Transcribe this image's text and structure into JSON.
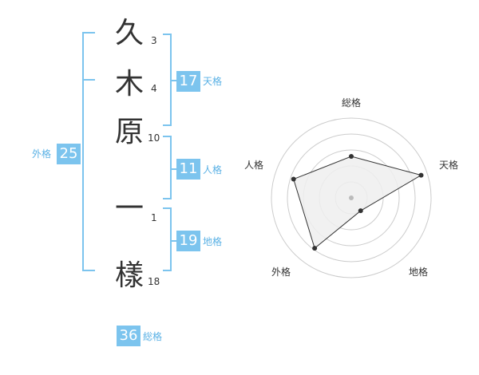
{
  "name": {
    "chars": [
      "久",
      "木",
      "原",
      "一",
      "樣"
    ],
    "strokes": [
      "3",
      "4",
      "10",
      "1",
      "18"
    ]
  },
  "fortune": {
    "tenkaku": {
      "value": "17",
      "label": "天格"
    },
    "jinkaku": {
      "value": "11",
      "label": "人格"
    },
    "chikaku": {
      "value": "19",
      "label": "地格"
    },
    "gaikaku": {
      "value": "25",
      "label": "外格"
    },
    "soukaku": {
      "value": "36",
      "label": "総格"
    }
  },
  "radar": {
    "axes": [
      "総格",
      "天格",
      "地格",
      "外格",
      "人格"
    ],
    "values": [
      0.52,
      0.92,
      0.2,
      0.78,
      0.76
    ],
    "levels": 5,
    "colors": {
      "grid": "#cccccc",
      "fill": "#eeeeee",
      "stroke": "#333333",
      "center": "#bbbbbb"
    }
  }
}
